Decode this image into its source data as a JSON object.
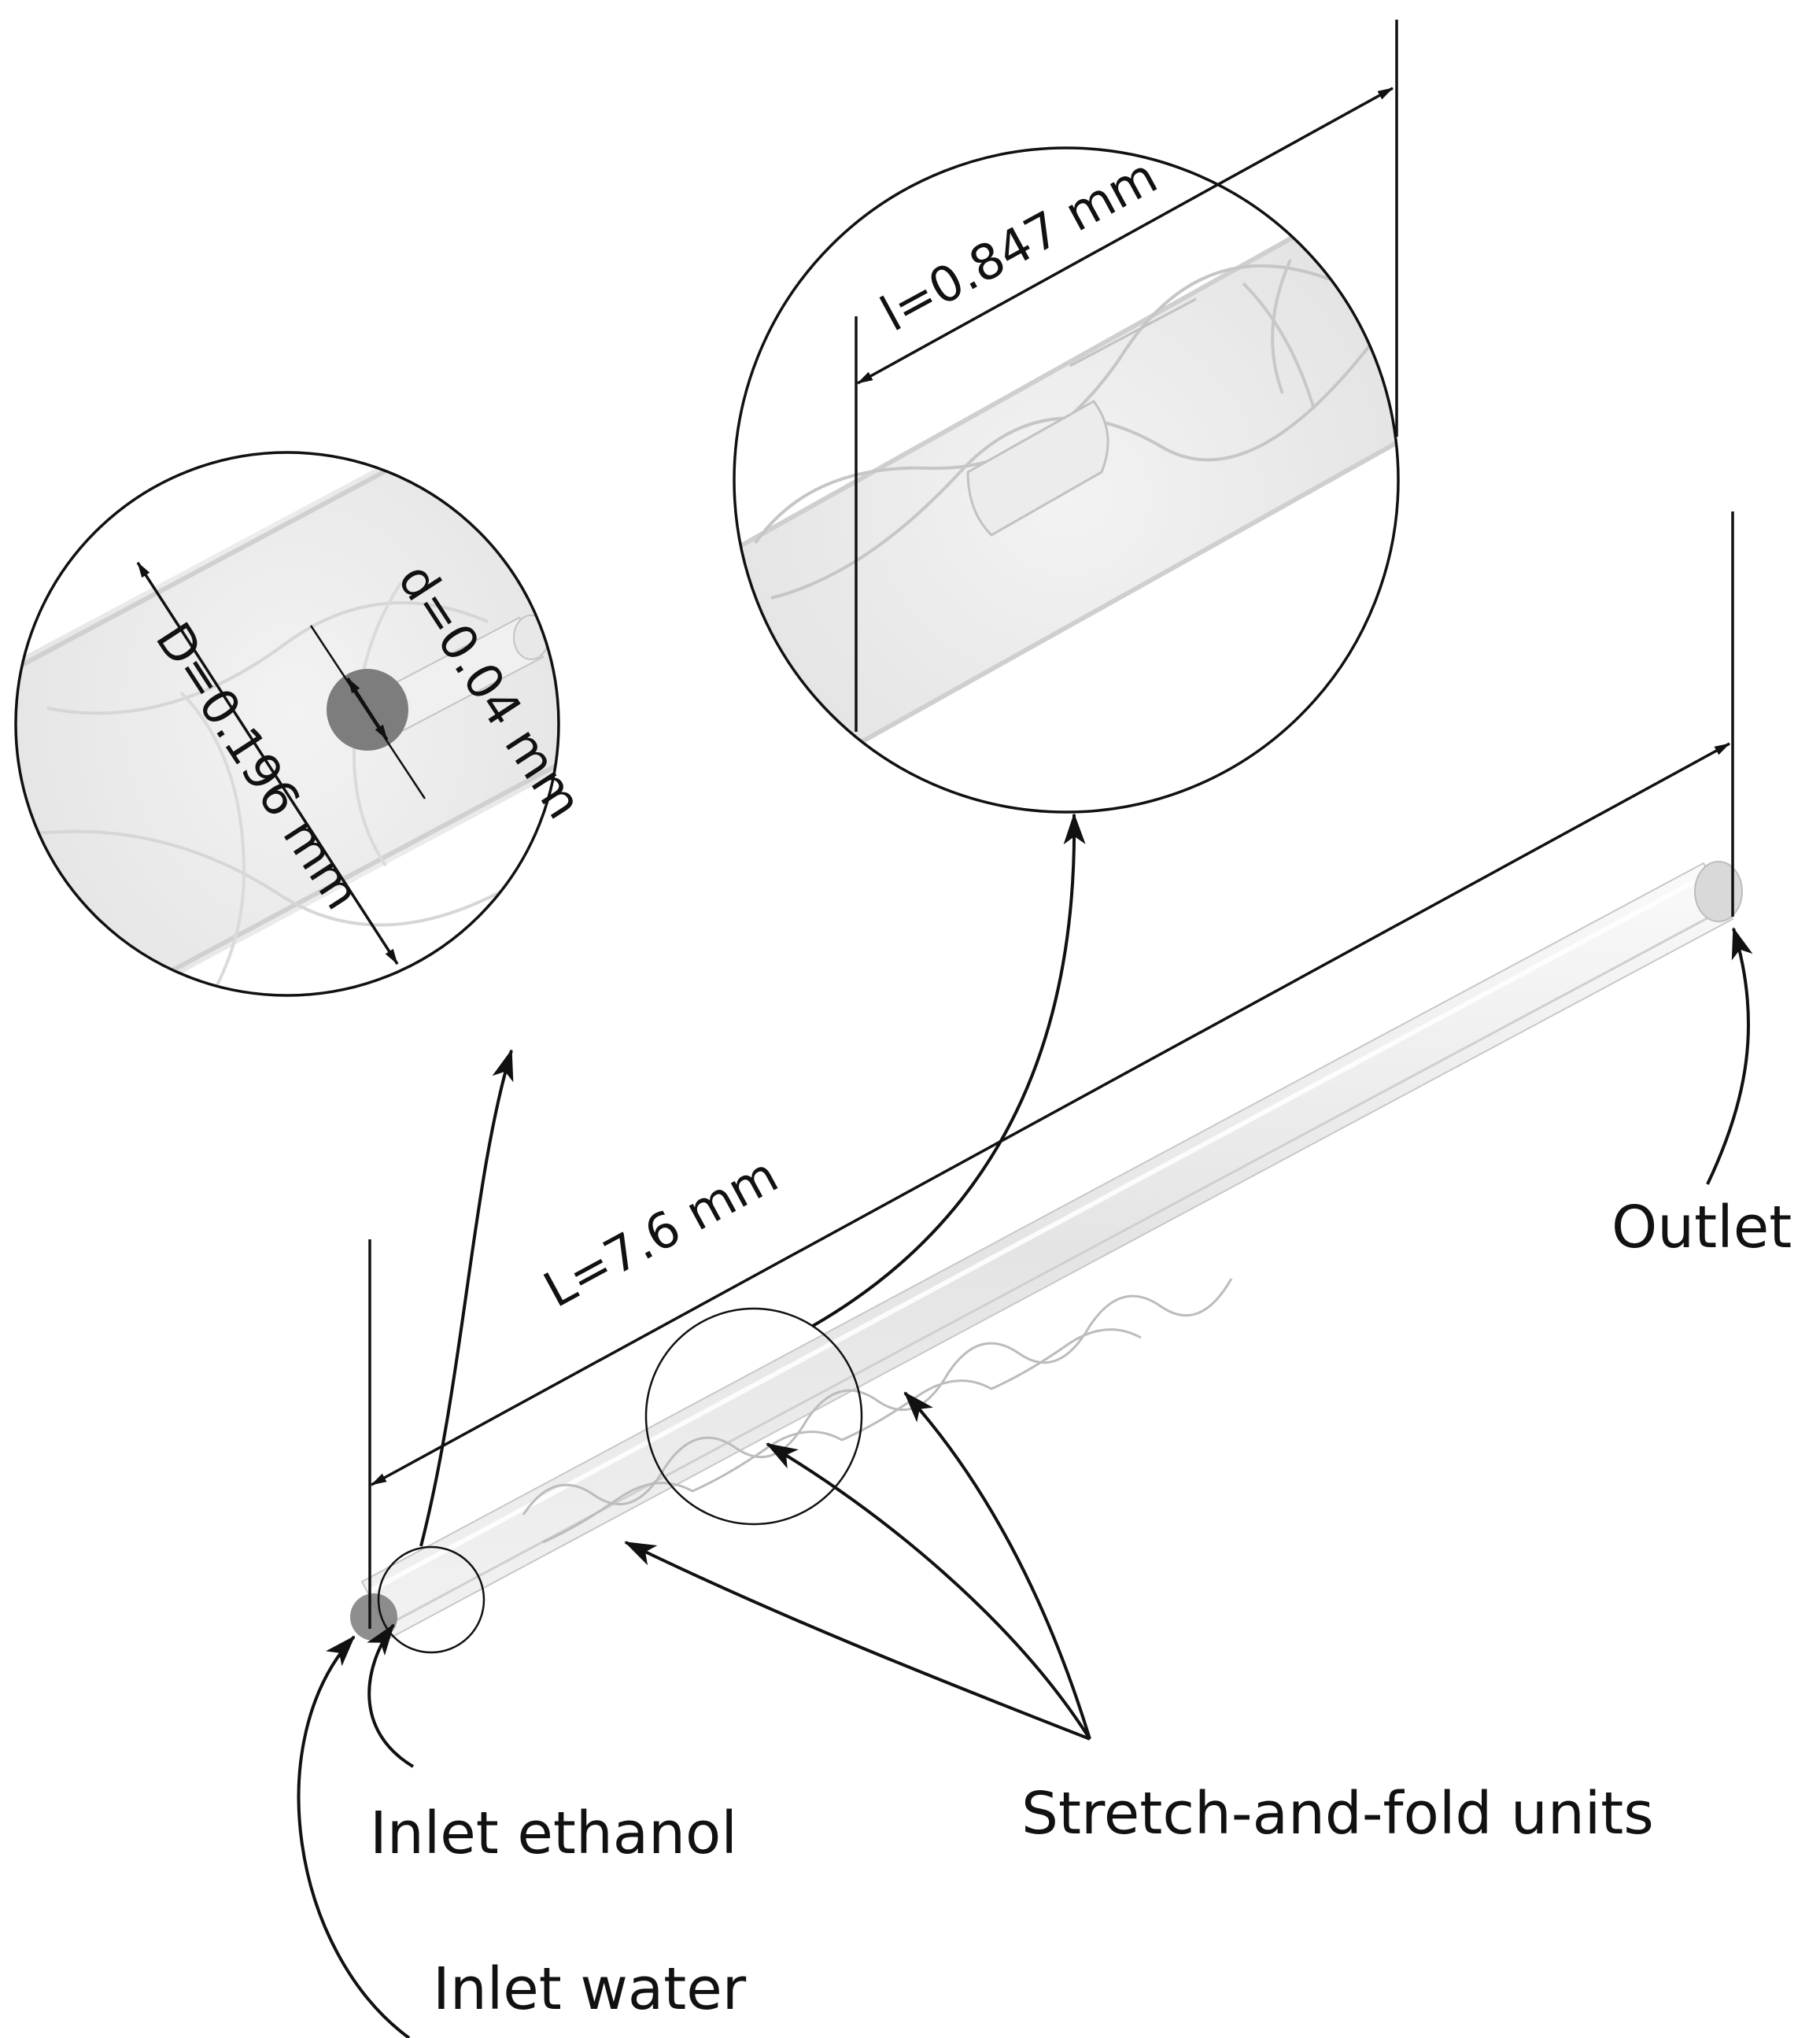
{
  "labels": {
    "length_total": "L=7.6 mm",
    "length_unit": "l=0.847 mm",
    "diameter_outer": "D=0.196 mm",
    "diameter_inner": "d=0.04 mm",
    "outlet": "Outlet",
    "inlet_ethanol": "Inlet ethanol",
    "inlet_water": "Inlet water",
    "stretch_fold": "Stretch-and-fold units"
  },
  "colors": {
    "ink": "#111111",
    "tube_light": "#f4f4f4",
    "tube_dark": "#d6d6d6",
    "inlet_dot": "#7a7a7a"
  }
}
